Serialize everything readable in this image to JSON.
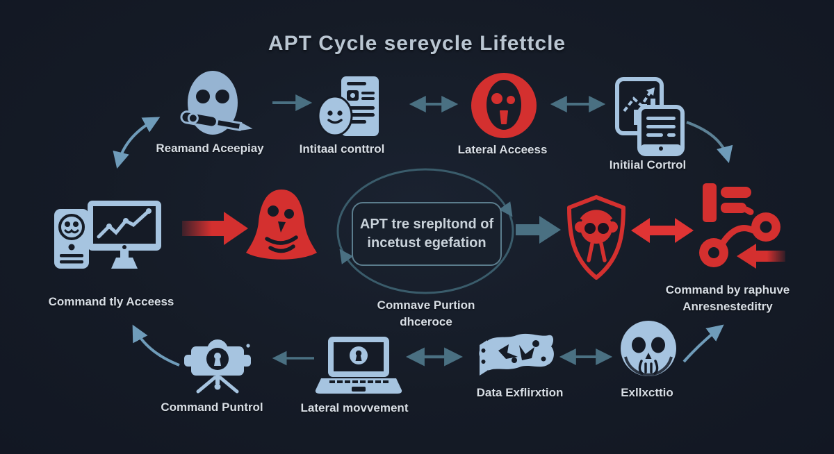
{
  "title": "APT Cycle sereycle Lifettcle",
  "colors": {
    "background": "#151b26",
    "icon_blue": "#a6c4e0",
    "arrow_teal": "#4a7082",
    "arrow_blue": "#6f9cba",
    "accent_red": "#d4302f",
    "ellipse_outline": "#3a5c6b",
    "box_outline": "#5b7d8d",
    "label_text": "#d8dee5",
    "title_text": "#bac6d2"
  },
  "nodes": {
    "top": [
      {
        "label": "Reamand Aceepiay",
        "icon": "mask-tool-icon"
      },
      {
        "label": "Intitaal conttrol",
        "icon": "document-user-icon"
      },
      {
        "label": "Lateral Acceess",
        "icon": "red-mask-circle-icon"
      },
      {
        "label": "Initiial Cortrol",
        "icon": "monitor-chart-icon"
      }
    ],
    "middle": {
      "left": {
        "label": "Command tly Acceess",
        "icon": "computer-monitor-icon"
      },
      "bell": {
        "icon": "alert-bell-icon"
      },
      "center_box": {
        "line1": "APT tre srepltond of",
        "line2": "incetust egefation"
      },
      "center_caption": {
        "line1": "Comnave Purtion",
        "line2": "dhceroce"
      },
      "shield": {
        "icon": "shield-bug-icon"
      },
      "right": {
        "label_line1": "Command by raphuve",
        "label_line2": "Anresnesteditry",
        "icon": "red-pipeline-icon"
      }
    },
    "bottom": [
      {
        "label": "Command Puntrol",
        "icon": "lock-tripod-icon"
      },
      {
        "label": "Lateral movvement",
        "icon": "laptop-lock-icon"
      },
      {
        "label": "Data Exflirxtion",
        "icon": "map-icon"
      },
      {
        "label": "Exllxcttio",
        "icon": "skull-icon"
      }
    ]
  }
}
